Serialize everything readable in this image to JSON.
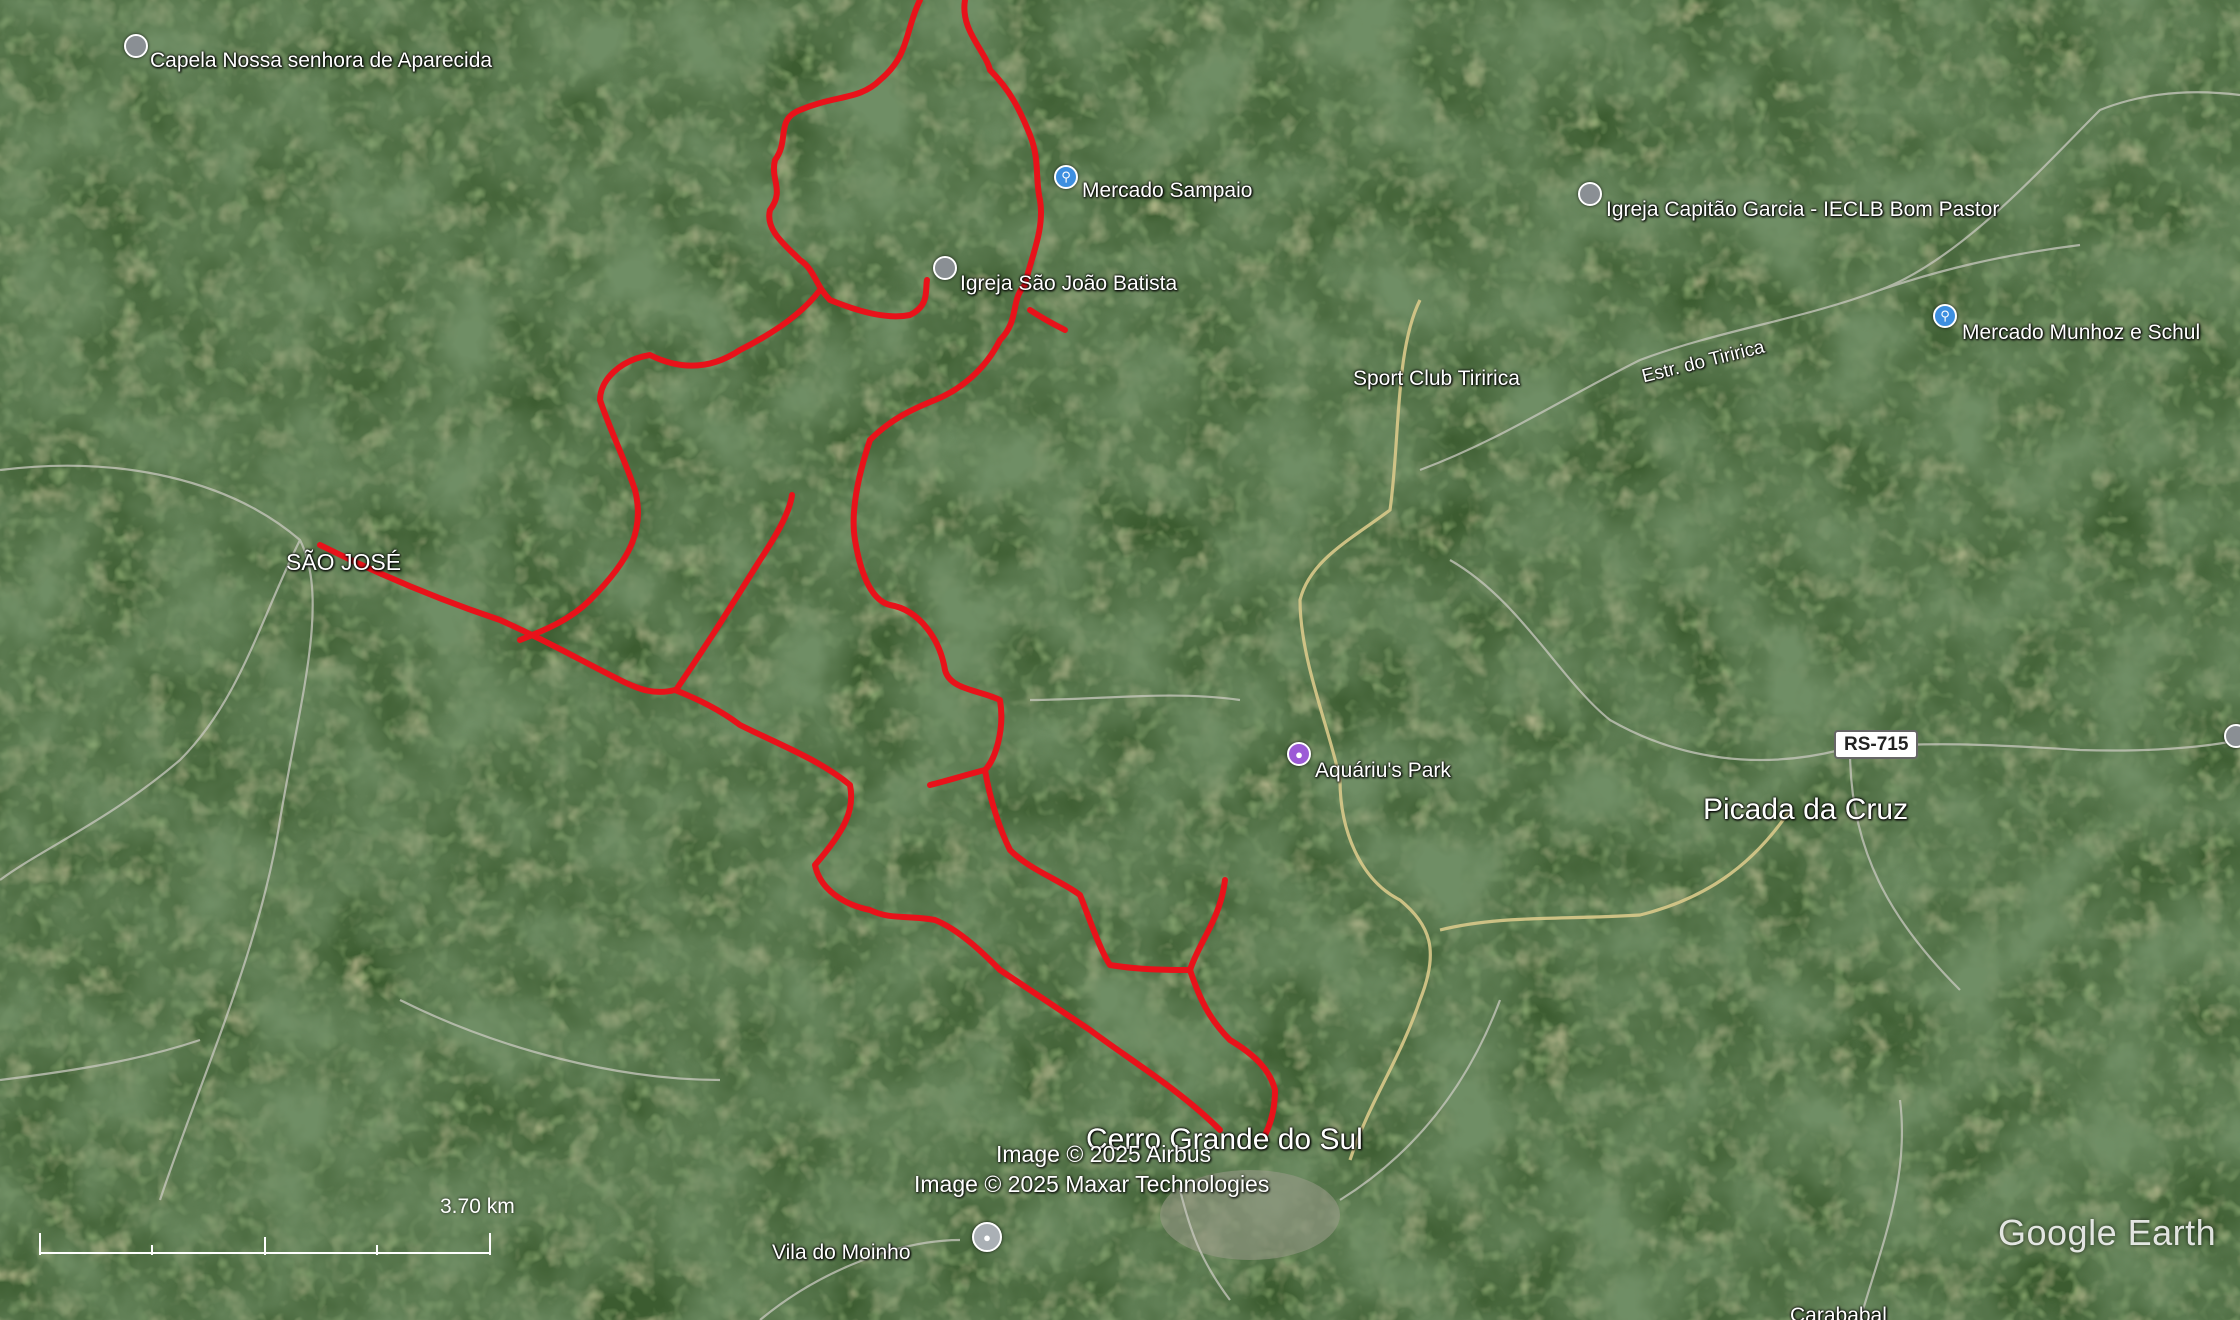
{
  "map": {
    "places": [
      {
        "id": "capela",
        "text": "Capela Nossa senhora de Aparecida",
        "pin": "grey"
      },
      {
        "id": "mercado-sampaio",
        "text": "Mercado Sampaio",
        "pin": "blue"
      },
      {
        "id": "igreja-capitao",
        "text": "Igreja Capitão Garcia - IECLB Bom Pastor",
        "pin": "grey"
      },
      {
        "id": "igreja-sao-joao",
        "text": "Igreja São João Batista",
        "pin": "grey"
      },
      {
        "id": "mercado-munhoz",
        "text": "Mercado Munhoz e Schul",
        "pin": "blue"
      },
      {
        "id": "sport-club",
        "text": "Sport Club Tiririca",
        "pin": "none"
      },
      {
        "id": "estr-tiririca",
        "text": "Estr. do Tiririca",
        "pin": "none"
      },
      {
        "id": "sao-jose",
        "text": "SÃO JOSÉ",
        "pin": "none"
      },
      {
        "id": "aquarius",
        "text": "Aquáriu's Park",
        "pin": "purple"
      },
      {
        "id": "picada",
        "text": "Picada da Cruz",
        "pin": "none"
      },
      {
        "id": "cerro-grande",
        "text": "Cerro Grande do Sul",
        "pin": "none"
      },
      {
        "id": "vila-moinho",
        "text": "Vila do Moinho",
        "pin": "grey"
      },
      {
        "id": "camaqua-partial",
        "text": "Carababal",
        "pin": "none"
      }
    ],
    "road_shield": "RS-715",
    "credits": [
      "Image © 2025 Airbus",
      "Image © 2025 Maxar Technologies"
    ],
    "scale_label": "3.70 km",
    "logo": "Google Earth",
    "colors": {
      "route": "#e8121a",
      "major_road": "#d8c98a",
      "minor_road": "#c9c9c0",
      "terrain_dark": "#2a4a25",
      "terrain_mid": "#4f6b34",
      "terrain_light": "#8a8a55"
    }
  }
}
